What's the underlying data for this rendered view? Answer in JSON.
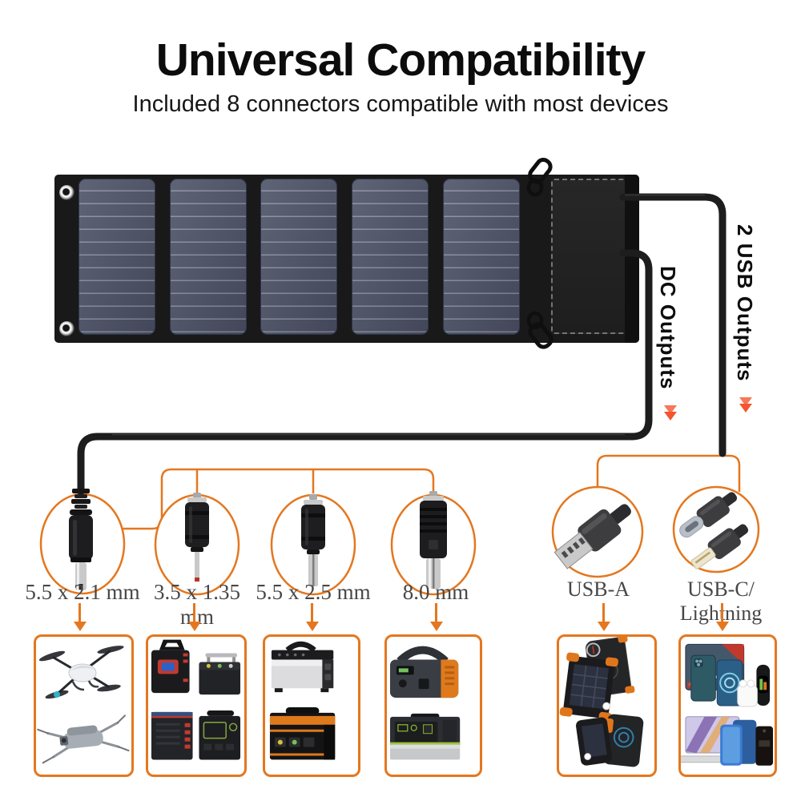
{
  "header": {
    "title": "Universal Compatibility",
    "subtitle": "Included 8 connectors compatible with most devices"
  },
  "solar_panel": {
    "cells": 5,
    "grommets": 2,
    "carabiners": 2
  },
  "outputs": {
    "dc_label": "DC Outputs",
    "usb_label": "2 USB Outputs"
  },
  "connectors": {
    "dc": [
      {
        "label": "5.5 x 2.1 mm",
        "icon": "dc-barrel-plug-with-cable-icon"
      },
      {
        "label": "3.5 x 1.35 mm",
        "icon": "dc-adapter-tip-icon"
      },
      {
        "label": "5.5 x 2.5 mm",
        "icon": "dc-adapter-tip-icon"
      },
      {
        "label": "8.0 mm",
        "icon": "dc-adapter-tip-icon"
      }
    ],
    "usb": [
      {
        "label": "USB-A",
        "icon": "usb-a-plug-icon"
      },
      {
        "label": "USB-C/ Lightning",
        "icon": "usb-c-lightning-plugs-icon"
      }
    ]
  },
  "device_groups": [
    {
      "icon": "drones-illustration"
    },
    {
      "icon": "mini-power-stations-illustration"
    },
    {
      "icon": "power-stations-illustration"
    },
    {
      "icon": "portable-power-stations-illustration"
    },
    {
      "icon": "solar-power-banks-illustration"
    },
    {
      "icon": "phones-tablets-laptops-illustration"
    }
  ],
  "colors": {
    "accent": "#e4771f",
    "chevron": "#f4552f",
    "cable": "#1d1d1d",
    "solar_cell": "#4d5267"
  }
}
